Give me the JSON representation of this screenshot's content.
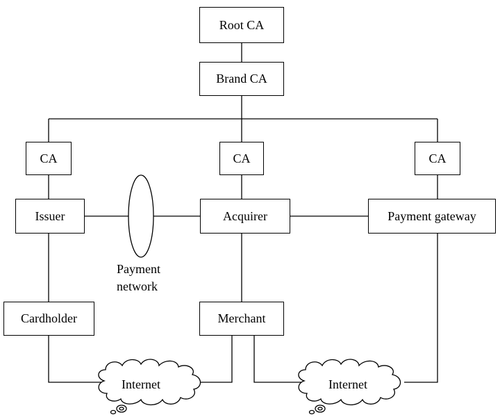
{
  "nodes": {
    "root_ca": "Root CA",
    "brand_ca": "Brand CA",
    "ca_left": "CA",
    "ca_middle": "CA",
    "ca_right": "CA",
    "issuer": "Issuer",
    "acquirer": "Acquirer",
    "payment_gateway": "Payment gateway",
    "cardholder": "Cardholder",
    "merchant": "Merchant"
  },
  "payment_network": {
    "line1": "Payment",
    "line2": "network"
  },
  "clouds": {
    "left": "Internet",
    "right": "Internet"
  }
}
